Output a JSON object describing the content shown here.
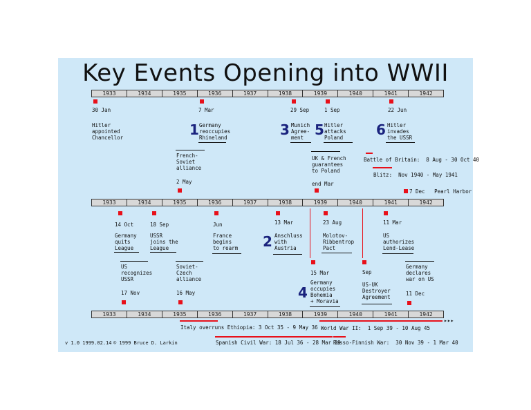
{
  "title": "Key Events Opening into WWII",
  "years": [
    "1933",
    "1934",
    "1935",
    "1936",
    "1937",
    "1938",
    "1939",
    "1940",
    "1941",
    "1942"
  ],
  "row1": {
    "e1": {
      "date": "30 Jan",
      "text": "Hitler\nappointed\nChancellor"
    },
    "e2": {
      "num": "1",
      "date": "7 Mar",
      "text": "Germany\nreoccupies\nRhineland"
    },
    "e3": {
      "num": "3",
      "date": "29 Sep",
      "text": "Munich\nAgree-\nment"
    },
    "e4": {
      "num": "5",
      "date": "1 Sep",
      "text": "Hitler\nattacks\nPoland"
    },
    "e5": {
      "num": "6",
      "date": "22 Jun",
      "text": "Hitler\ninvades\nthe USSR"
    }
  },
  "mid": {
    "franco": {
      "text": "French-\nSoviet\nalliance",
      "date": "2 May"
    },
    "ukfr": {
      "text": "UK & French\nguarantees\nto Poland",
      "date": "end Mar"
    },
    "britain": "Battle of Britain:  8 Aug - 30 Oct 40",
    "blitz": "Blitz:  Nov 1940 - May 1941",
    "pearl": "7 Dec   Pearl Harbor"
  },
  "row2": {
    "league": {
      "date": "14 Oct",
      "text": "Germany\nquits\nLeague"
    },
    "ussr": {
      "date": "18 Sep",
      "text": "USSR\njoins the\nLeague"
    },
    "france": {
      "date": "Jun",
      "text": "France\nbegins\nto rearm"
    },
    "anschluss": {
      "num": "2",
      "date": "13 Mar",
      "text": "Anschluss\nwith\nAustria"
    },
    "molotov": {
      "date": "23 Aug",
      "text": "Molotov-\nRibbentrop\nPact"
    },
    "lend": {
      "date": "11 Mar",
      "text": "US\nauthorizes\nLend-Lease"
    }
  },
  "row3": {
    "usrec": {
      "text": "US\nrecognizes\nUSSR",
      "date": "17 Nov"
    },
    "czech": {
      "text": "Soviet-\nCzech\nalliance",
      "date": "16 May"
    },
    "bohemia": {
      "num": "4",
      "date": "15 Mar",
      "text": "Germany\noccupies\nBohemia\n+ Moravia"
    },
    "destroyer": {
      "date": "Sep",
      "text": "US-UK\nDestroyer\nAgreement"
    },
    "declares": {
      "text": "Germany\ndeclares\nwar on US",
      "date": "11 Dec"
    }
  },
  "wars": {
    "italy": "Italy overruns Ethiopia: 3 Oct 35 - 9 May 36",
    "ww2": "World War II:  1 Sep 39 - 10 Aug 45",
    "spain": "Spanish Civil War: 18 Jul 36 - 28 Mar 39",
    "finn": "Russo-Finnish War:  30 Nov 39 - 1 Mar 40"
  },
  "footer": {
    "version": "v 1.0 1999.02.14",
    "copyright": "© 1999 Bruce D. Larkin"
  }
}
